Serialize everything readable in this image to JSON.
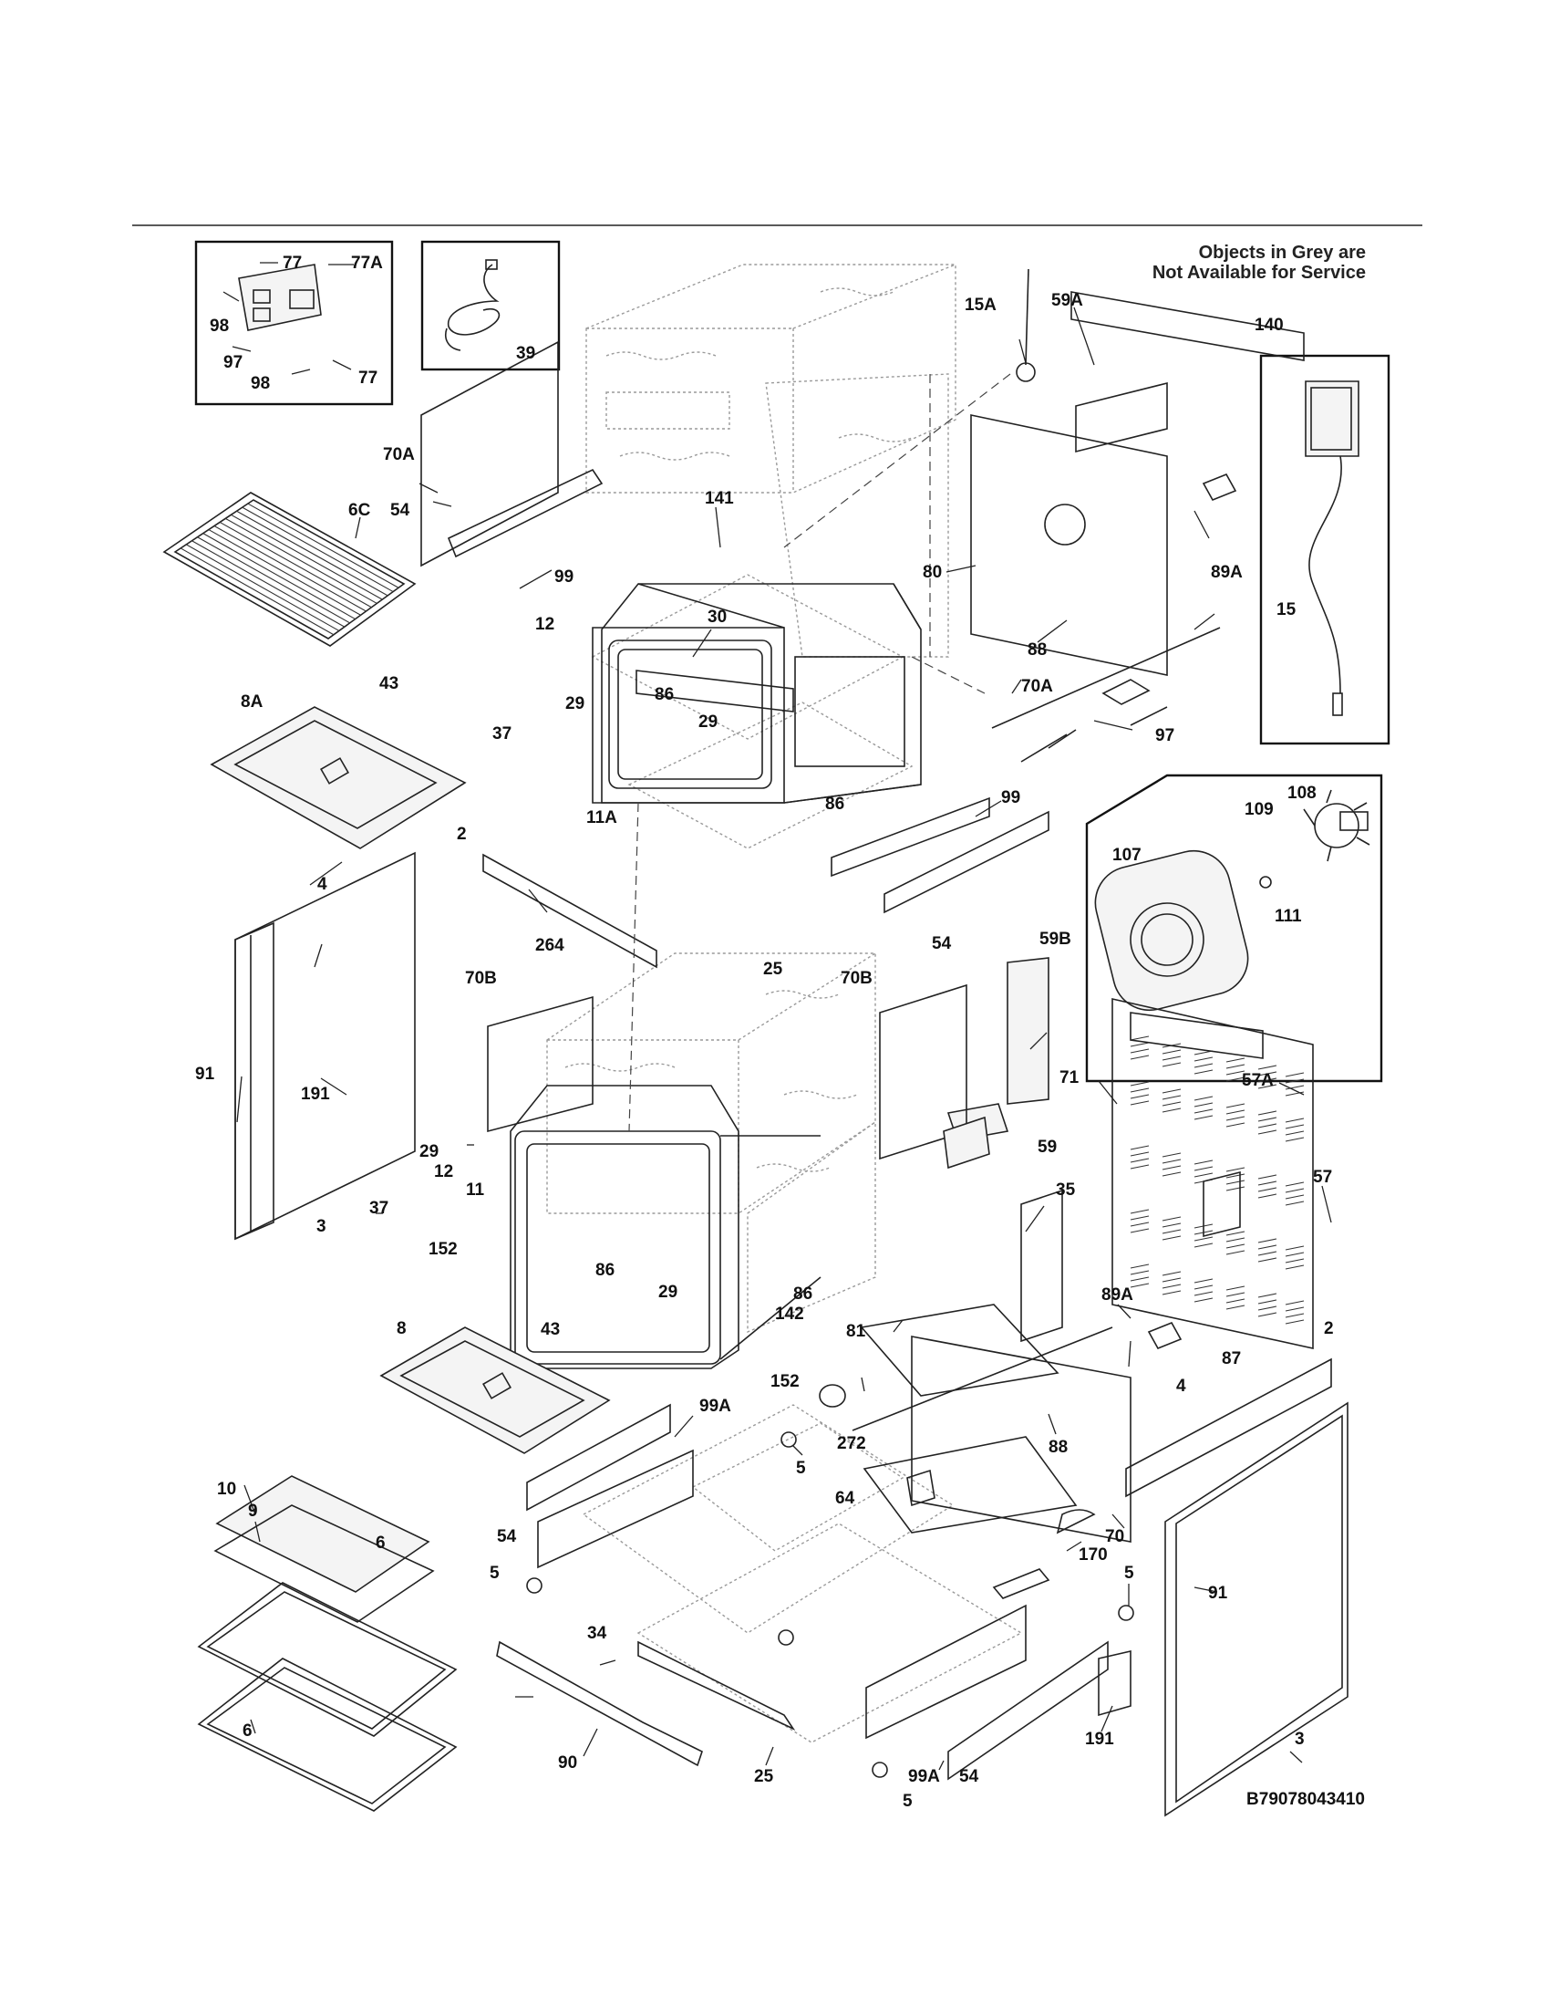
{
  "note": {
    "line1": "Objects in Grey are",
    "line2": "Not Available for Service"
  },
  "drawing_code": "B79078043410",
  "callouts": {
    "c77a": "77",
    "c77b": "77",
    "c77A": "77A",
    "c98a": "98",
    "c98b": "98",
    "c97a": "97",
    "c39": "39",
    "c70A_a": "70A",
    "c54_a": "54",
    "c99_a": "99",
    "c6C": "6C",
    "c141": "141",
    "c30": "30",
    "c12_a": "12",
    "c29_a": "29",
    "c86_a": "86",
    "c29_b": "29",
    "c37_a": "37",
    "c11A": "11A",
    "c86_b": "86",
    "c43_a": "43",
    "c8A": "8A",
    "c15A": "15A",
    "c59A": "59A",
    "c140": "140",
    "c80": "80",
    "c89A_a": "89A",
    "c88_a": "88",
    "c15": "15",
    "c70A_b": "70A",
    "c97_b": "97",
    "c108": "108",
    "c109": "109",
    "c107": "107",
    "c111": "111",
    "c99_b": "99",
    "c54_b": "54",
    "c25_a": "25",
    "c264": "264",
    "c2_a": "2",
    "c4_a": "4",
    "c70B_a": "70B",
    "c70B_b": "70B",
    "c59B": "59B",
    "c59": "59",
    "c91_a": "91",
    "c191_a": "191",
    "c3_a": "3",
    "c29_c": "29",
    "c12_b": "12",
    "c11": "11",
    "c37_b": "37",
    "c152_a": "152",
    "c86_c": "86",
    "c29_d": "29",
    "c43_b": "43",
    "c8": "8",
    "c71": "71",
    "c57A": "57A",
    "c57": "57",
    "c35": "35",
    "c89A_b": "89A",
    "c87": "87",
    "c86_d": "86",
    "c142": "142",
    "c81": "81",
    "c152_b": "152",
    "c272": "272",
    "c88_b": "88",
    "c2_b": "2",
    "c4_b": "4",
    "c99A_a": "99A",
    "c5_a": "5",
    "c64": "64",
    "c70": "70",
    "c10": "10",
    "c9": "9",
    "c54_c": "54",
    "c170": "170",
    "c5_b": "5",
    "c5_c": "5",
    "c91_b": "91",
    "c6_a": "6",
    "c6_b": "6",
    "c34": "34",
    "c90": "90",
    "c25_b": "25",
    "c99A_b": "99A",
    "c54_d": "54",
    "c191_b": "191",
    "c3_b": "3",
    "c5_d": "5"
  }
}
